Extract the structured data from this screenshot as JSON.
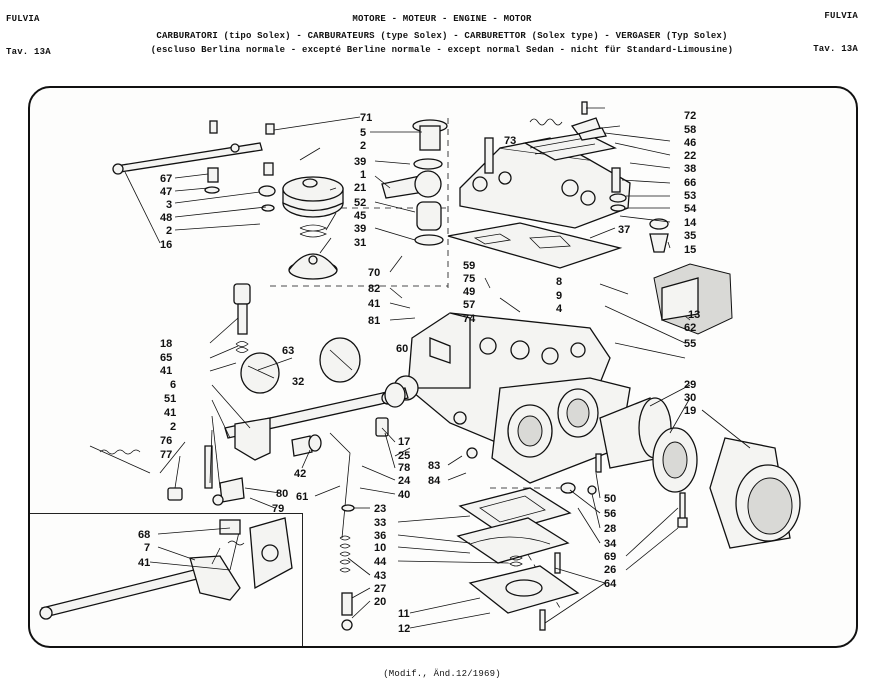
{
  "header": {
    "model_left": "FULVIA",
    "model_right": "FULVIA",
    "section": "MOTORE - MOTEUR - ENGINE - MOTOR",
    "title": "CARBURATORI (tipo Solex) - CARBURATEURS (type Solex) - CARBURETTOR (Solex type) - VERGASER (Typ Solex)",
    "table_left": "Tav. 13A",
    "table_right": "Tav. 13A",
    "note": "(escluso Berlina normale - excepté Berline normale - except normal Sedan - nicht für Standard-Limousine)"
  },
  "footer": {
    "modification": "(Modif., Änd.12/1969)"
  },
  "diagram": {
    "labels": [
      "71",
      "5",
      "2",
      "39",
      "1",
      "21",
      "52",
      "45",
      "39",
      "31",
      "67",
      "47",
      "3",
      "48",
      "2",
      "16",
      "70",
      "82",
      "41",
      "81",
      "59",
      "75",
      "49",
      "57",
      "74",
      "8",
      "9",
      "4",
      "72",
      "58",
      "46",
      "73",
      "22",
      "38",
      "66",
      "53",
      "54",
      "14",
      "37",
      "35",
      "15",
      "13",
      "62",
      "55",
      "60",
      "18",
      "65",
      "41",
      "63",
      "32",
      "6",
      "51",
      "41",
      "2",
      "76",
      "77",
      "80",
      "79",
      "42",
      "61",
      "17",
      "25",
      "78",
      "24",
      "40",
      "23",
      "33",
      "36",
      "10",
      "44",
      "43",
      "27",
      "20",
      "11",
      "12",
      "83",
      "84",
      "29",
      "30",
      "19",
      "50",
      "56",
      "28",
      "34",
      "69",
      "26",
      "64",
      "68",
      "7",
      "41"
    ]
  }
}
